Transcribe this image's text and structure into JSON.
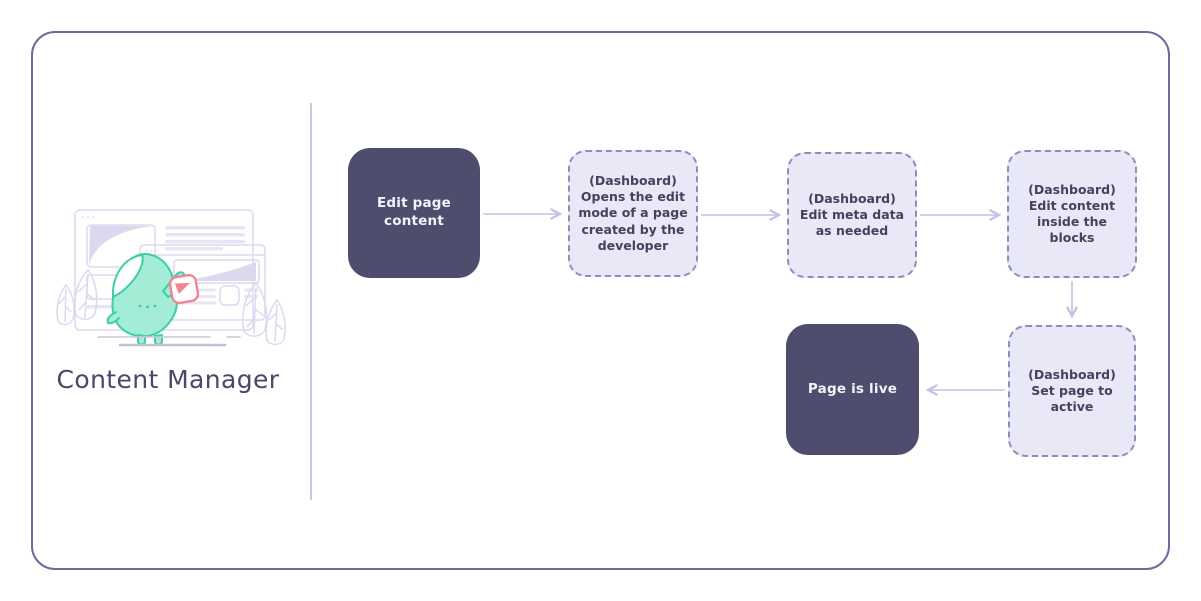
{
  "caption": "Content Manager",
  "colors": {
    "frame-border": "#6e6a9c",
    "divider": "#c9c7e0",
    "node-dark-bg": "#4f4d6d",
    "node-dark-text": "#f4f3fa",
    "node-dashed-bg": "#e9e8f6",
    "node-dashed-border": "#8f8cba",
    "node-dashed-text": "#454260",
    "arrow": "#c3c1e4",
    "caption-text": "#4b4769",
    "mascot-stroke": "#3ccfa5",
    "mascot-fill": "#a3ecd6",
    "card-accent": "#f5838e",
    "sketch-line": "#dcd9ef",
    "sketch-fill": "#e7e5f4"
  },
  "illustration": {
    "description": "mascot character holding a card in front of two sketched browser windows with plants"
  },
  "flow": {
    "nodes": [
      {
        "id": "edit-page-content",
        "style": "solid",
        "text": "Edit page\ncontent"
      },
      {
        "id": "open-edit-mode",
        "style": "dashed",
        "text": "(Dashboard)\nOpens the edit\nmode of a page\ncreated by the\ndeveloper"
      },
      {
        "id": "edit-meta-data",
        "style": "dashed",
        "text": "(Dashboard)\nEdit meta data\nas needed"
      },
      {
        "id": "edit-content-blocks",
        "style": "dashed",
        "text": "(Dashboard)\nEdit content\ninside the\nblocks"
      },
      {
        "id": "set-page-active",
        "style": "dashed",
        "text": "(Dashboard)\nSet page to\nactive"
      },
      {
        "id": "page-is-live",
        "style": "solid",
        "text": "Page is live"
      }
    ],
    "edges": [
      {
        "from": "edit-page-content",
        "to": "open-edit-mode",
        "direction": "right"
      },
      {
        "from": "open-edit-mode",
        "to": "edit-meta-data",
        "direction": "right"
      },
      {
        "from": "edit-meta-data",
        "to": "edit-content-blocks",
        "direction": "right"
      },
      {
        "from": "edit-content-blocks",
        "to": "set-page-active",
        "direction": "down"
      },
      {
        "from": "set-page-active",
        "to": "page-is-live",
        "direction": "left"
      }
    ]
  }
}
